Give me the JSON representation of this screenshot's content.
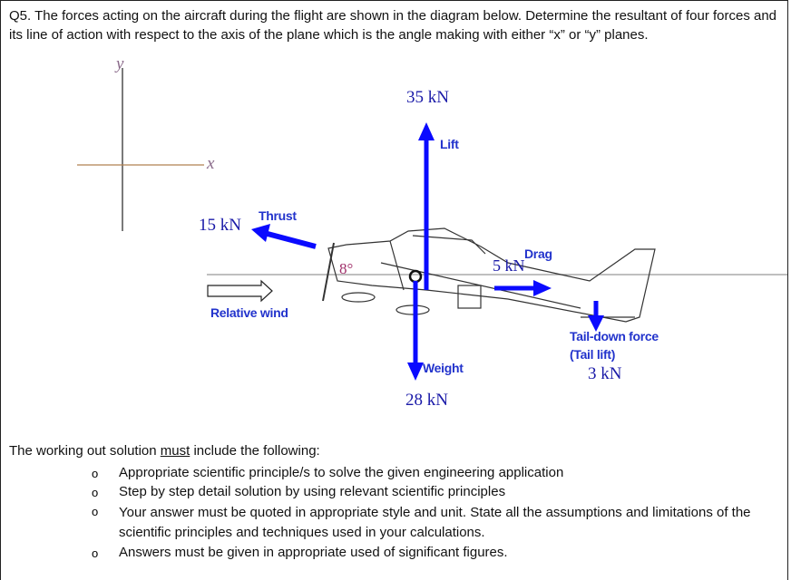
{
  "question": "Q5. The forces acting on the aircraft during the flight are shown in the diagram below. Determine the resultant of four forces and its line of action with respect to the axis of the plane which is the angle making with either “x” or “y” planes.",
  "axes": {
    "y_label": "y",
    "x_label": "x"
  },
  "diagram": {
    "lift": {
      "label": "Lift",
      "value": "35 kN"
    },
    "weight": {
      "label": "Weight",
      "value": "28 kN"
    },
    "thrust": {
      "label": "Thrust",
      "value": "15 kN"
    },
    "drag": {
      "label": "Drag",
      "value": "5 kN"
    },
    "tail": {
      "label": "Tail-down force",
      "sublabel": "(Tail lift)",
      "value": "3 kN"
    },
    "angle": "8°",
    "wind": "Relative wind",
    "arrow_color": "#0a0aff"
  },
  "requirements": {
    "intro_pre": "The working out solution ",
    "intro_em": "must",
    "intro_post": " include the following:",
    "bullet": "o",
    "items": [
      "Appropriate scientific principle/s to solve the given engineering application",
      "Step by step detail solution by using relevant scientific principles",
      "Your answer must be quoted in appropriate style and unit. State all the assumptions and limitations of the scientific principles and techniques used in your calculations.",
      "Answers must be given in appropriate used of significant figures."
    ]
  }
}
